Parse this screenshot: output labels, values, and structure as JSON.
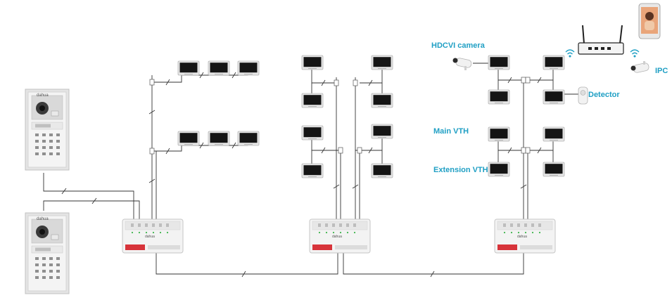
{
  "labels": {
    "hdcvi_camera": "HDCVI camera",
    "ipc": "IPC",
    "detector": "Detector",
    "main_vth": "Main VTH",
    "extension_vth": "Extension VTH"
  },
  "brand_text": "dahua",
  "colors": {
    "label": "#1f9fc4",
    "wire": "#333333",
    "device_face": "#f2f2f2",
    "device_frame": "#c9c9c9",
    "monitor_screen": "#151515",
    "switch_port": "#d7343b"
  },
  "icons": [
    "door-station-icon",
    "vth-monitor-icon",
    "switch-icon",
    "router-icon",
    "wifi-icon",
    "smartphone-icon",
    "hdcvi-camera-icon",
    "ipc-camera-icon",
    "detector-icon",
    "wire-break-mark"
  ]
}
